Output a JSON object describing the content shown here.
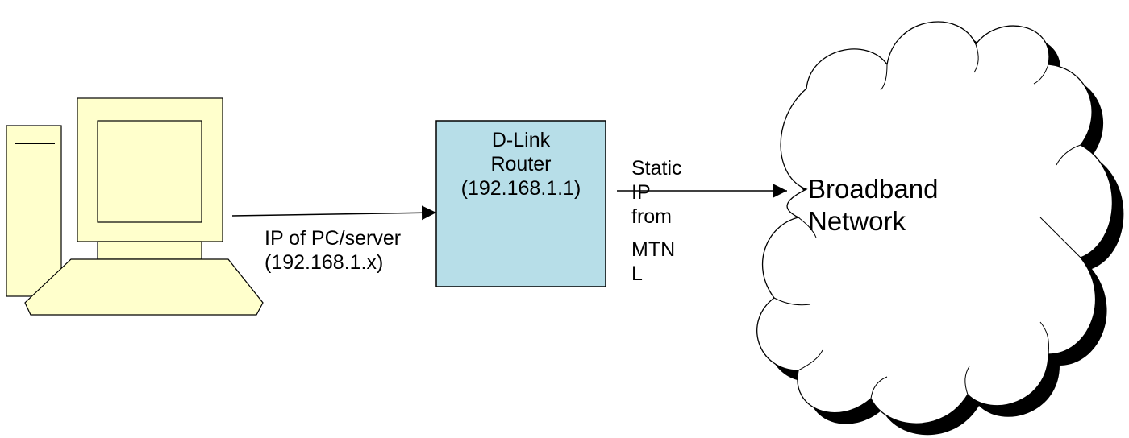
{
  "colors": {
    "computer_fill": "#ffffcc",
    "router_fill": "#b7dee8",
    "cloud_fill": "#ffffff",
    "stroke": "#000000"
  },
  "computer": {
    "icon": "desktop-computer-icon"
  },
  "router": {
    "line1": "D-Link",
    "line2": "Router",
    "line3": "(192.168.1.1)"
  },
  "pc_link": {
    "line1": "IP of PC/server",
    "line2": "(192.168.1.x)"
  },
  "wan_link": {
    "line1": "Static",
    "line2": "IP",
    "line3": "from",
    "line4": "MTN",
    "line5": "L"
  },
  "cloud": {
    "icon": "cloud-icon",
    "line1": "Broadband",
    "line2": "Network"
  }
}
